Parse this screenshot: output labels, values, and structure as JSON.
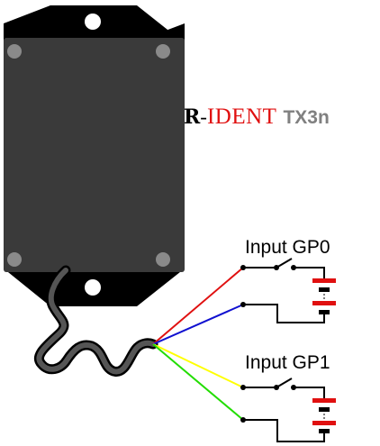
{
  "brand": {
    "prefix": "R",
    "dash": "-",
    "name": "IDENT",
    "model": "TX3n"
  },
  "inputs": [
    {
      "label": "Input GP0"
    },
    {
      "label": "Input GP1"
    }
  ],
  "colors": {
    "housing": "#3a3a3a",
    "mount": "#000000",
    "screw": "#8a8a8a",
    "cable": "#3c3c3c",
    "battery_positive": "#e01010",
    "wire_red": "#e01010",
    "wire_blue": "#1010d0",
    "wire_yellow": "#ffff00",
    "wire_green": "#22dd00",
    "brand_accent": "#e01010",
    "model_text": "#808080"
  }
}
